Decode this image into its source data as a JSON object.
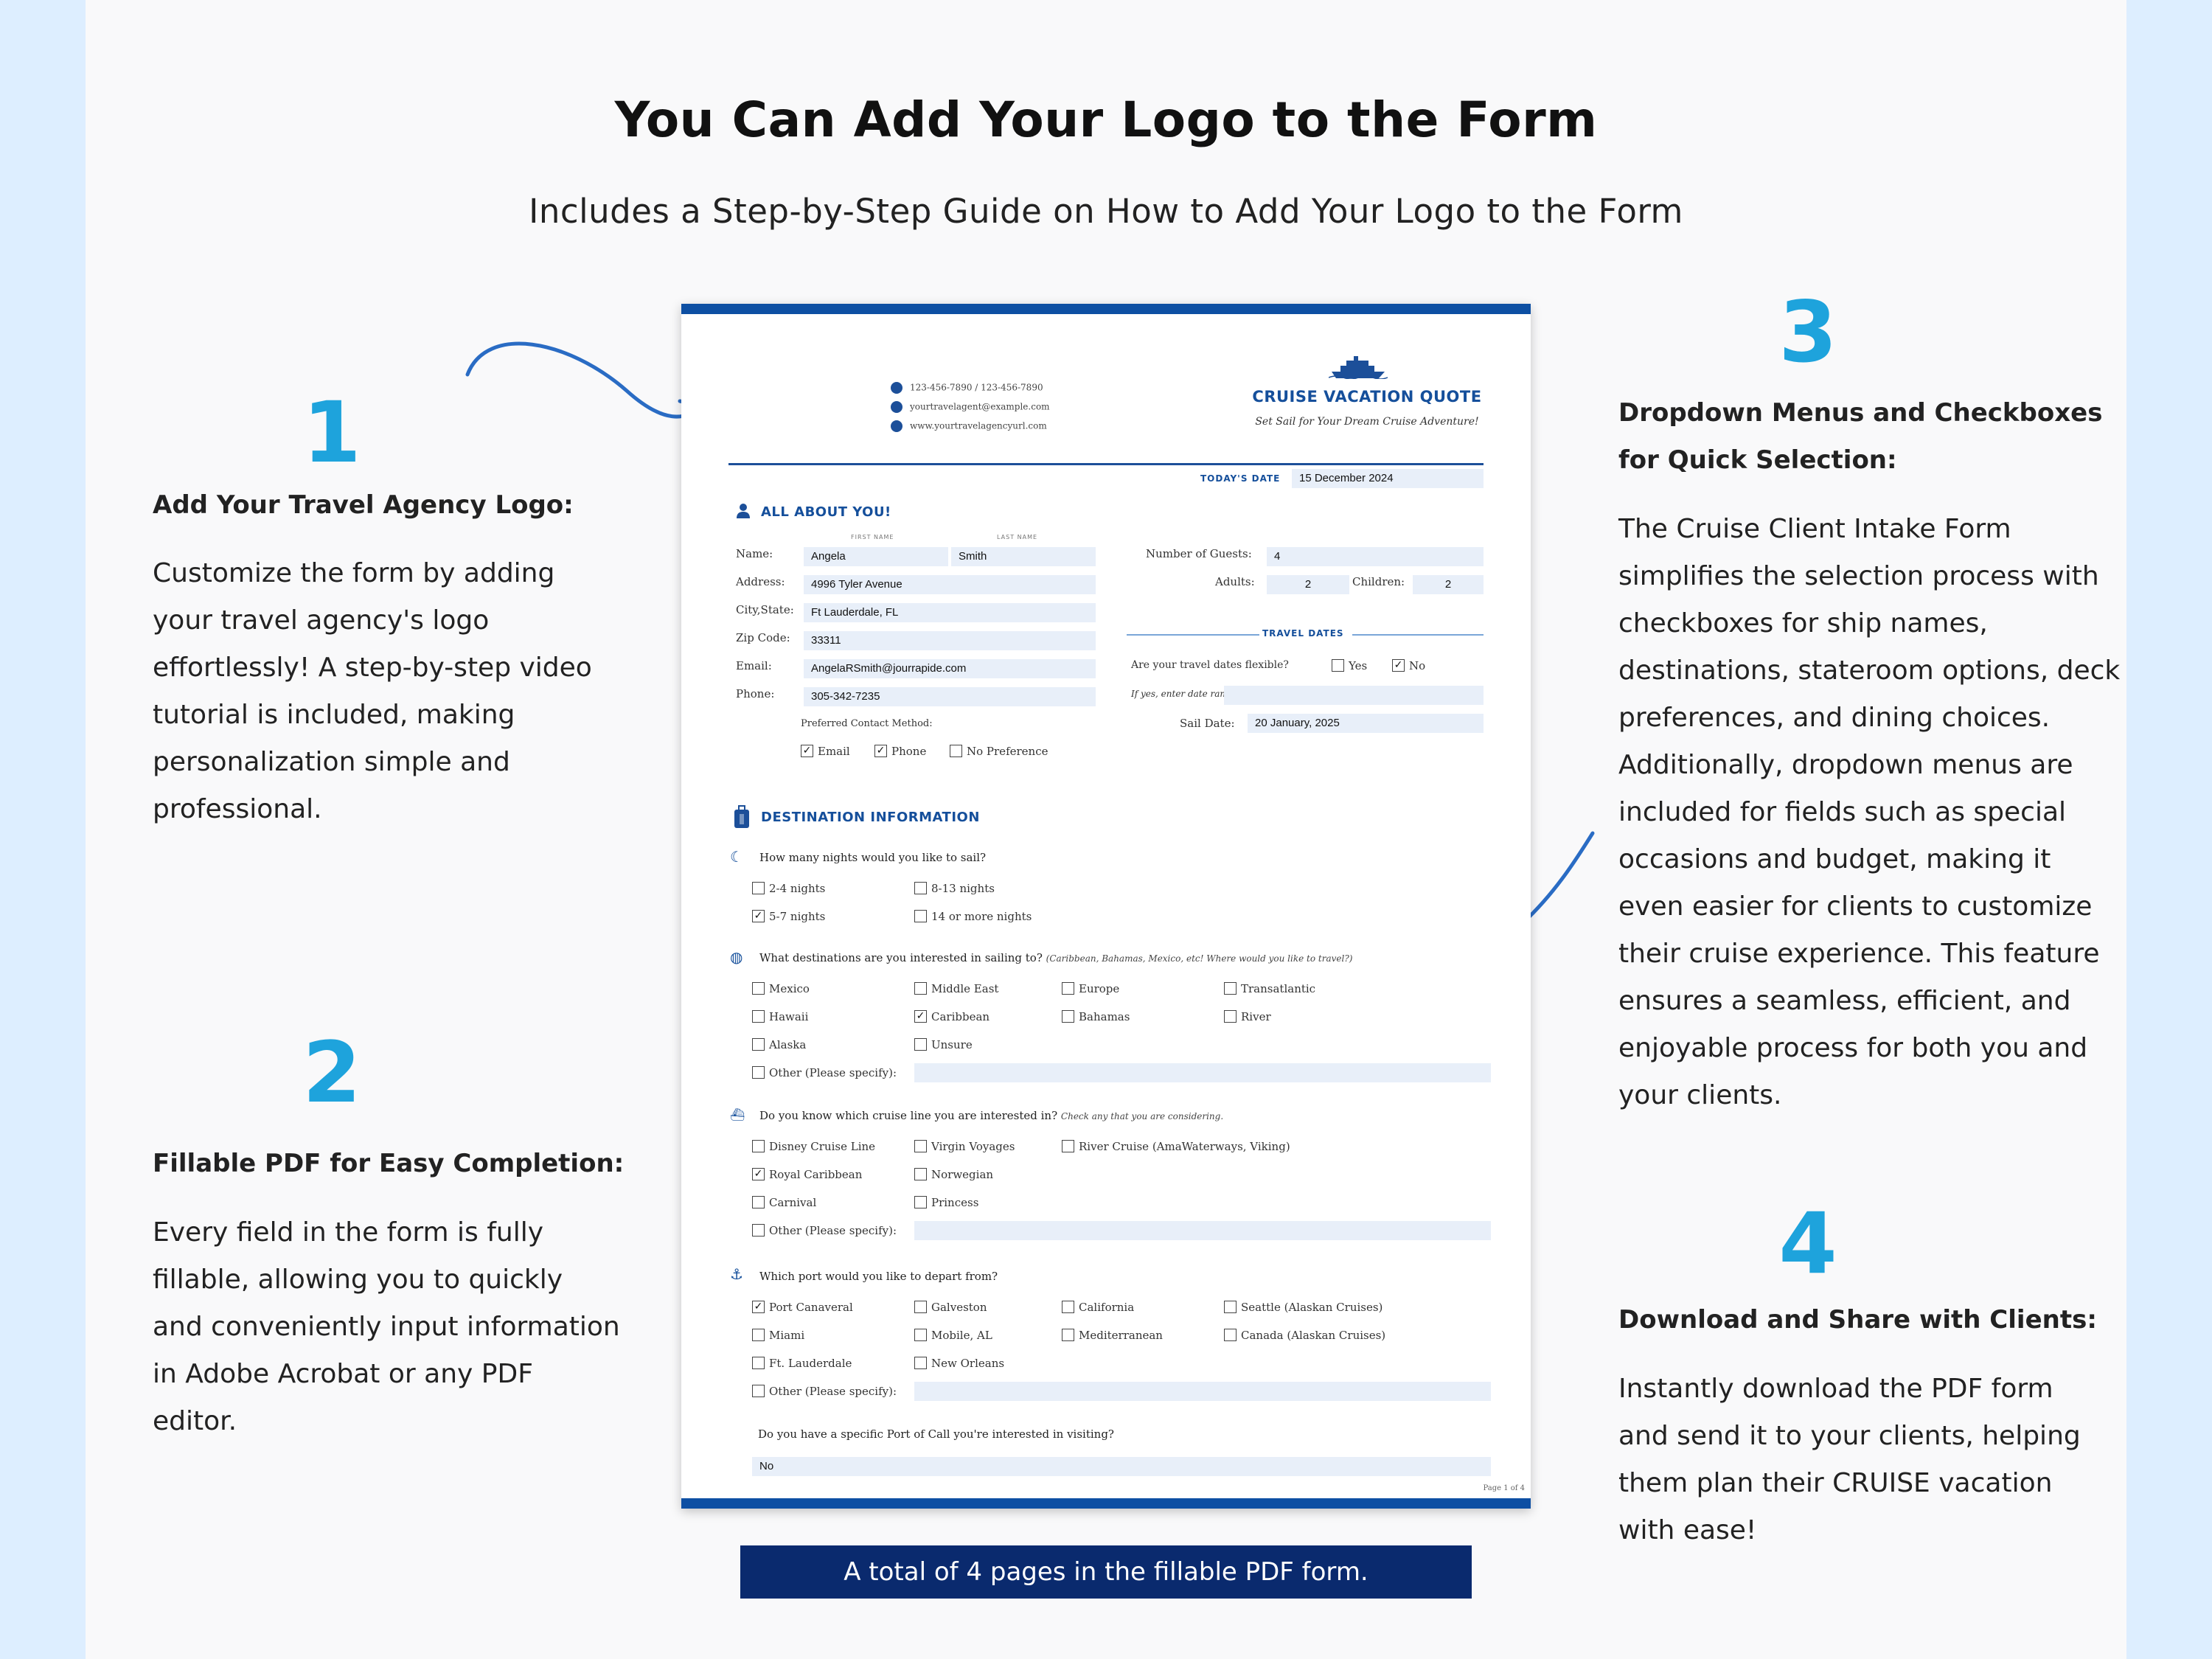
{
  "header": {
    "title": "You Can Add Your Logo to the Form",
    "subtitle": "Includes a Step-by-Step Guide on How to Add Your Logo to the Form"
  },
  "colors": {
    "accent": "#1ea3dc",
    "brand": "#0d4fa3",
    "caption_bg": "#0a2a6e"
  },
  "steps": [
    {
      "number": "1",
      "heading": "Add Your Travel Agency Logo:",
      "lines": [
        "Customize the form by adding",
        "your travel agency's logo",
        "effortlessly! A step-by-step video",
        "tutorial is included, making",
        "personalization simple and",
        "professional."
      ]
    },
    {
      "number": "2",
      "heading": "Fillable PDF for Easy Completion:",
      "lines": [
        "Every field in the form is fully",
        "fillable, allowing you to quickly",
        "and conveniently input information",
        "in Adobe Acrobat or any PDF",
        "editor."
      ]
    },
    {
      "number": "3",
      "heading_lines": [
        "Dropdown Menus and Checkboxes",
        "for Quick Selection:"
      ],
      "lines": [
        "The Cruise Client Intake Form",
        "simplifies the selection process with",
        "checkboxes for ship names,",
        "destinations, stateroom options, deck",
        "preferences, and dining choices.",
        "Additionally, dropdown menus are",
        "included for fields such as special",
        "occasions and budget, making it",
        "even easier for clients to customize",
        "their cruise experience. This feature",
        "ensures a seamless, efficient, and",
        "enjoyable process for both you and",
        "your clients."
      ]
    },
    {
      "number": "4",
      "heading": "Download and Share with Clients:",
      "lines": [
        "Instantly download the PDF form",
        "and send it to your clients, helping",
        "them plan their CRUISE vacation",
        "with ease!"
      ]
    }
  ],
  "caption": "A total of 4 pages in the fillable PDF form.",
  "form": {
    "contact": [
      "123-456-7890 / 123-456-7890",
      "yourtravelagent@example.com",
      "www.yourtravelagencyurl.com"
    ],
    "title": "CRUISE VACATION QUOTE",
    "tagline": "Set Sail for Your Dream Cruise Adventure!",
    "todays_date_label": "TODAY'S DATE",
    "todays_date": "15 December 2024",
    "about": {
      "title": "ALL ABOUT YOU!",
      "first_name_label": "FIRST NAME",
      "last_name_label": "LAST NAME",
      "name_label": "Name:",
      "first_name": "Angela",
      "last_name": "Smith",
      "address_label": "Address:",
      "address": "4996 Tyler Avenue",
      "city_label": "City,State:",
      "city": "Ft Lauderdale, FL",
      "zip_label": "Zip Code:",
      "zip": "33311",
      "email_label": "Email:",
      "email": "AngelaRSmith@jourrapide.com",
      "phone_label": "Phone:",
      "phone": "305-342-7235",
      "contact_method_label": "Preferred Contact Method:",
      "contact_methods": [
        {
          "label": "Email",
          "checked": true
        },
        {
          "label": "Phone",
          "checked": true
        },
        {
          "label": "No Preference",
          "checked": false
        }
      ],
      "guests_label": "Number of Guests:",
      "guests": "4",
      "adults_label": "Adults:",
      "adults": "2",
      "children_label": "Children:",
      "children": "2"
    },
    "travel_dates": {
      "title": "TRAVEL DATES",
      "flexible_label": "Are your travel dates flexible?",
      "yes_label": "Yes",
      "yes_checked": false,
      "no_label": "No",
      "no_checked": true,
      "range_label": "If yes, enter date range.",
      "sail_date_label": "Sail Date:",
      "sail_date": "20 January, 2025"
    },
    "destination": {
      "title": "DESTINATION INFORMATION",
      "nights_q": "How many nights would you like to sail?",
      "nights": [
        {
          "label": "2-4 nights",
          "checked": false
        },
        {
          "label": "8-13 nights",
          "checked": false
        },
        {
          "label": "5-7 nights",
          "checked": true
        },
        {
          "label": "14 or more nights",
          "checked": false
        }
      ],
      "dest_q": "What destinations are you interested in sailing to?",
      "dest_hint": "(Caribbean, Bahamas, Mexico, etc! Where would you like to travel?)",
      "destinations": [
        {
          "label": "Mexico",
          "checked": false
        },
        {
          "label": "Middle East",
          "checked": false
        },
        {
          "label": "Europe",
          "checked": false
        },
        {
          "label": "Transatlantic",
          "checked": false
        },
        {
          "label": "Hawaii",
          "checked": false
        },
        {
          "label": "Caribbean",
          "checked": true
        },
        {
          "label": "Bahamas",
          "checked": false
        },
        {
          "label": "River",
          "checked": false
        },
        {
          "label": "Alaska",
          "checked": false
        },
        {
          "label": "Unsure",
          "checked": false
        }
      ],
      "other_label": "Other (Please specify):",
      "line_q": "Do you know which cruise line you are interested in?",
      "line_hint": "Check any that you are considering.",
      "lines": [
        {
          "label": "Disney Cruise Line",
          "checked": false
        },
        {
          "label": "Virgin Voyages",
          "checked": false
        },
        {
          "label": "River Cruise (AmaWaterways, Viking)",
          "checked": false
        },
        {
          "label": "Royal Caribbean",
          "checked": true
        },
        {
          "label": "Norwegian",
          "checked": false
        },
        {
          "label": "Carnival",
          "checked": false
        },
        {
          "label": "Princess",
          "checked": false
        }
      ],
      "port_q": "Which port would you like to depart from?",
      "ports": [
        {
          "label": "Port Canaveral",
          "checked": true
        },
        {
          "label": "Galveston",
          "checked": false
        },
        {
          "label": "California",
          "checked": false
        },
        {
          "label": "Seattle (Alaskan Cruises)",
          "checked": false
        },
        {
          "label": "Miami",
          "checked": false
        },
        {
          "label": "Mobile, AL",
          "checked": false
        },
        {
          "label": "Mediterranean",
          "checked": false
        },
        {
          "label": "Canada (Alaskan Cruises)",
          "checked": false
        },
        {
          "label": "Ft. Lauderdale",
          "checked": false
        },
        {
          "label": "New Orleans",
          "checked": false
        }
      ],
      "call_q": "Do you have a specific Port of Call you're interested in visiting?",
      "call_answer": "No"
    },
    "page_number": "Page 1 of 4"
  }
}
